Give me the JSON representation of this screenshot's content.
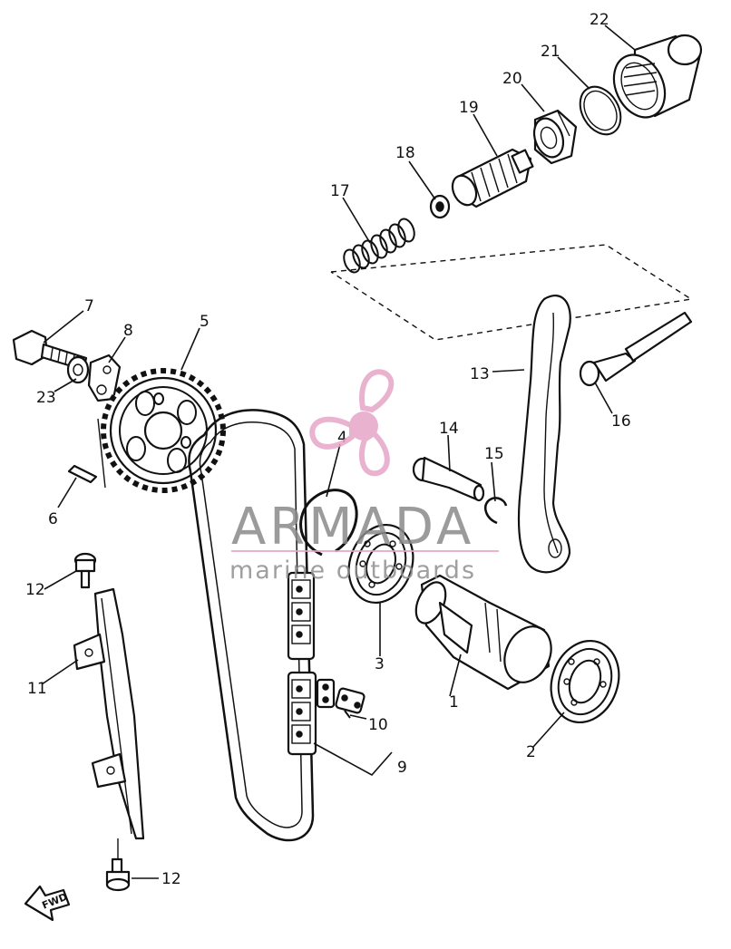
{
  "diagram": {
    "part_labels": [
      "1",
      "2",
      "3",
      "4",
      "5",
      "6",
      "7",
      "8",
      "9",
      "10",
      "11",
      "12",
      "13",
      "14",
      "15",
      "16",
      "17",
      "18",
      "19",
      "20",
      "21",
      "22",
      "23"
    ],
    "label_12_lower": "12",
    "fwd_arrow_text": "FWD"
  },
  "watermark": {
    "brand": "ARMADA",
    "tagline": "marine outboards",
    "logo_color": "#e6a6c8",
    "logo_center_color": "#e6a6c8",
    "text_color": "#8a8a8a"
  }
}
